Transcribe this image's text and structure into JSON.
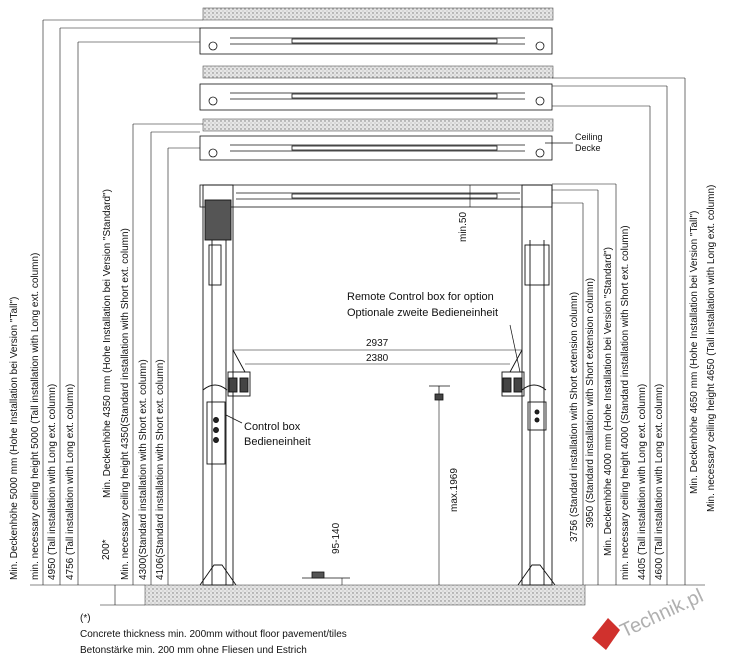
{
  "dims": {
    "d5000": "Min. Deckenhöhe 5000 mm (Hohe Installation bei Version \"Tall\")",
    "d5000b": "min. necessary ceiling height 5000 (Tall installation with Long ext. column)",
    "d4950": "4950 (Tall installation with Long ext. column)",
    "d4756": "4756 (Tall installation with Long ext. column)",
    "d4350": "Min. Deckenhöhe 4350 mm (Hohe Installation bei Version \"Standard\")",
    "d4350b": "Min. necessary ceiling height 4350(Standard installation with Short ext. column)",
    "d4300": "4300(Standard installation with Short ext. column)",
    "d4106": "4106(Standard installation with Short ext. column)",
    "d200": "200*",
    "d3756": "3756 (Standard installation with Short extension column)",
    "d3950": "3950 (Standard installation with Short extension column)",
    "d4000": "Min. Deckenhöhe 4000 mm (Hohe Installation bei Version \"Standard\")",
    "d4000b": "min. necessary ceiling height 4000 (Standard installation with Short ext. column)",
    "d4405": "4405 (Tall installation with Long ext. column)",
    "d4600": "4600 (Tall installation with Long ext. column)",
    "d4650": "Min. Deckenhöhe 4650 mm (Hohe Installation bei Version \"Tall\")",
    "d4650b": "Min. necessary ceiling height 4650 (Tall installation with Long ext. column)",
    "min50": "min.50",
    "w2937": "2937",
    "w2380": "2380",
    "max1969": "max.1969",
    "h95": "95-140"
  },
  "labels": {
    "ceiling_en": "Ceiling",
    "ceiling_de": "Decke",
    "remote_en": "Remote Control box for option",
    "remote_de": "Optionale zweite Bedieneinheit",
    "control_en": "Control box",
    "control_de": "Bedieneinheit"
  },
  "footnote": {
    "mark": "(*)",
    "en": "Concrete thickness min. 200mm without floor pavement/tiles",
    "de": "Betonstärke min. 200 mm ohne Fliesen und Estrich"
  },
  "watermark": {
    "text": "Technik.pl"
  },
  "colors": {
    "line": "#111111",
    "hatch": "#8a8a8a",
    "watermark": "#b0b0b0",
    "logo_red": "#d0312d"
  }
}
